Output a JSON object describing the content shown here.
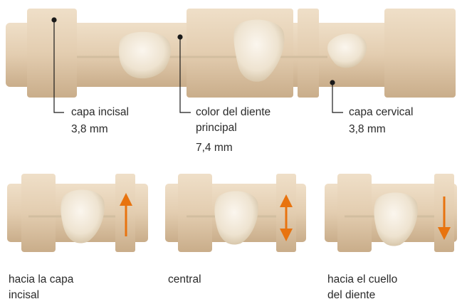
{
  "top_labels": {
    "incisal_name": "capa incisal",
    "incisal_value": "3,8 mm",
    "principal_name": "color del diente\nprincipal",
    "principal_value": "7,4 mm",
    "cervical_name": "capa cervical",
    "cervical_value": "3,8 mm"
  },
  "positions": [
    {
      "label": "hacia la capa\nincisal",
      "arrow": "up"
    },
    {
      "label": "central",
      "arrow": "both"
    },
    {
      "label": "hacia el cuello\ndel diente",
      "arrow": "down"
    }
  ],
  "colors": {
    "block": "#e6d2b8",
    "block_dark": "#cdb494",
    "tooth": "#f1e8d8",
    "arrow": "#e8730f",
    "leader": "#1a1a1a"
  }
}
